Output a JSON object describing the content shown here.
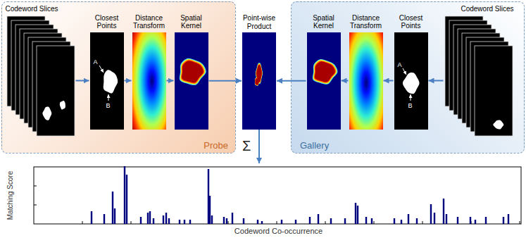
{
  "diagram": {
    "nodes": [
      {
        "text": [
          "Probe"
        ]
      },
      {
        "text": [
          "Codeword Slices"
        ],
        "in": 0
      },
      {
        "text": [
          "Closest Points"
        ],
        "in": 0
      },
      {
        "text": [
          "Distance Transform"
        ],
        "in": 0
      },
      {
        "text": [
          "Spatial Kernel"
        ],
        "in": 0
      },
      {
        "text": [
          "Point-wise Product"
        ]
      },
      {
        "text": [
          "Gallery"
        ]
      },
      {
        "text": [
          "Spatial Kernel"
        ],
        "in": 6
      },
      {
        "text": [
          "Distance Transform"
        ],
        "in": 6
      },
      {
        "text": [
          "Closest Points"
        ],
        "in": 6
      },
      {
        "text": [
          "Codeword Slices"
        ],
        "in": 6
      },
      {
        "text": [
          "Matching Score",
          "Codeword Co-occurrence"
        ]
      }
    ],
    "edges": [
      {
        "from": 1,
        "to": 2,
        "arrow": "to"
      },
      {
        "from": 2,
        "to": 3,
        "arrow": "to"
      },
      {
        "from": 3,
        "to": 4,
        "arrow": "to"
      },
      {
        "from": 4,
        "to": 5,
        "arrow": "to"
      },
      {
        "from": 10,
        "to": 9,
        "arrow": "to"
      },
      {
        "from": 9,
        "to": 8,
        "arrow": "to"
      },
      {
        "from": 8,
        "to": 7,
        "arrow": "to"
      },
      {
        "from": 7,
        "to": 5,
        "arrow": "to"
      },
      {
        "from": 5,
        "to": 11,
        "label": "Σ",
        "arrow": "to"
      }
    ],
    "labels": [
      "A",
      "B",
      "A",
      "B"
    ]
  }
}
